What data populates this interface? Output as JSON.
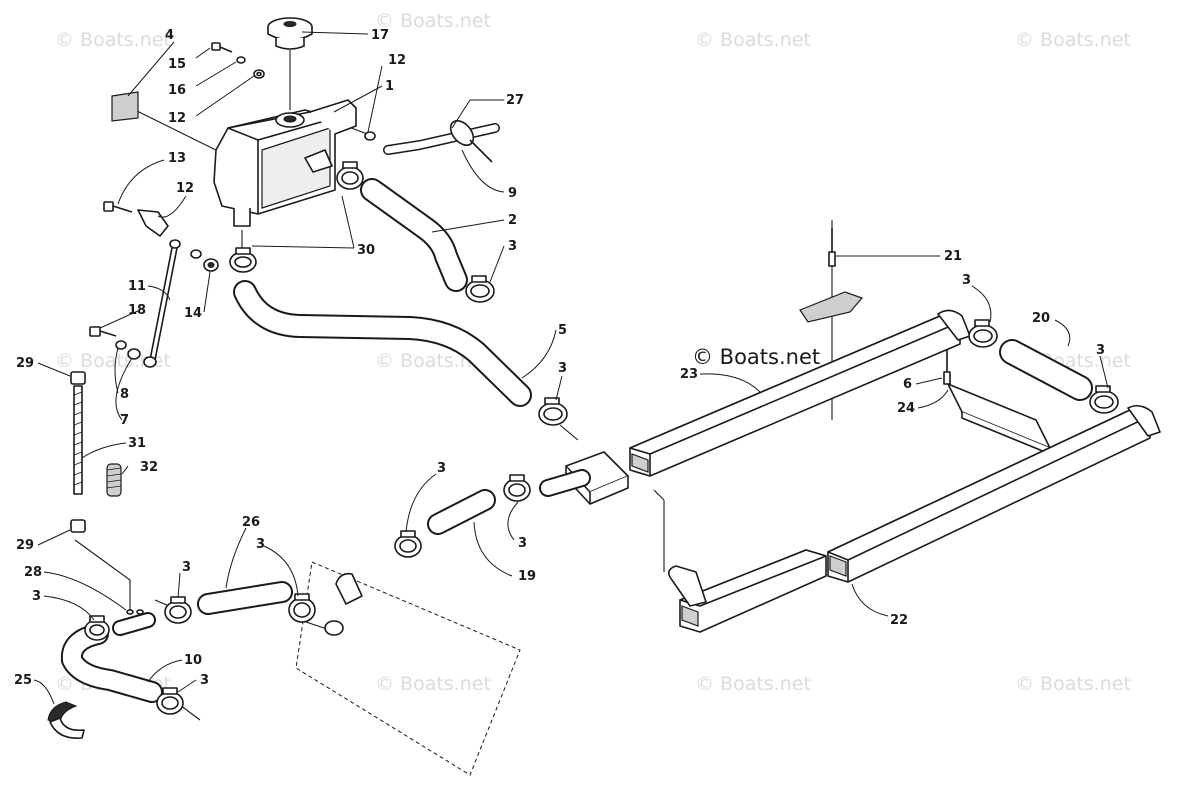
{
  "diagram": {
    "watermark_text": "© Boats.net",
    "watermark_center_text": "© Boats.net",
    "callouts": [
      {
        "id": "c17",
        "label": "17"
      },
      {
        "id": "c4",
        "label": "4"
      },
      {
        "id": "c12a",
        "label": "12"
      },
      {
        "id": "c15",
        "label": "15"
      },
      {
        "id": "c16",
        "label": "16"
      },
      {
        "id": "c1",
        "label": "1"
      },
      {
        "id": "c12b",
        "label": "12"
      },
      {
        "id": "c27",
        "label": "27"
      },
      {
        "id": "c9",
        "label": "9"
      },
      {
        "id": "c13",
        "label": "13"
      },
      {
        "id": "c12c",
        "label": "12"
      },
      {
        "id": "c2",
        "label": "2"
      },
      {
        "id": "c30",
        "label": "30"
      },
      {
        "id": "c3a",
        "label": "3"
      },
      {
        "id": "c11",
        "label": "11"
      },
      {
        "id": "c14",
        "label": "14"
      },
      {
        "id": "c18",
        "label": "18"
      },
      {
        "id": "c21",
        "label": "21"
      },
      {
        "id": "c3b",
        "label": "3"
      },
      {
        "id": "c20",
        "label": "20"
      },
      {
        "id": "c3c",
        "label": "3"
      },
      {
        "id": "c5",
        "label": "5"
      },
      {
        "id": "c29a",
        "label": "29"
      },
      {
        "id": "c8",
        "label": "8"
      },
      {
        "id": "c23",
        "label": "23"
      },
      {
        "id": "c3d",
        "label": "3"
      },
      {
        "id": "c6",
        "label": "6"
      },
      {
        "id": "c24",
        "label": "24"
      },
      {
        "id": "c7",
        "label": "7"
      },
      {
        "id": "c31",
        "label": "31"
      },
      {
        "id": "c32",
        "label": "32"
      },
      {
        "id": "c3e",
        "label": "3"
      },
      {
        "id": "c26",
        "label": "26"
      },
      {
        "id": "c3f",
        "label": "3"
      },
      {
        "id": "c29b",
        "label": "29"
      },
      {
        "id": "c3g",
        "label": "3"
      },
      {
        "id": "c3h",
        "label": "3"
      },
      {
        "id": "c19",
        "label": "19"
      },
      {
        "id": "c28",
        "label": "28"
      },
      {
        "id": "c3i",
        "label": "3"
      },
      {
        "id": "c22",
        "label": "22"
      },
      {
        "id": "c10",
        "label": "10"
      },
      {
        "id": "c25",
        "label": "25"
      },
      {
        "id": "c3j",
        "label": "3"
      }
    ]
  }
}
